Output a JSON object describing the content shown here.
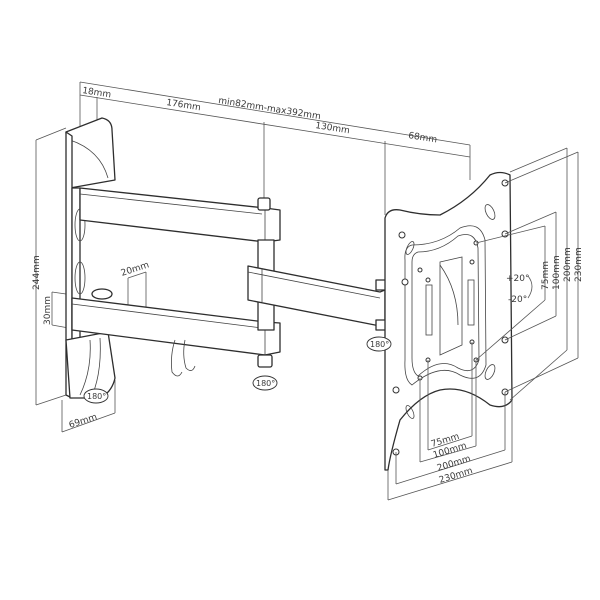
{
  "title": "Full-motion TV wall mount bracket dimension drawing",
  "dimensions": {
    "top": {
      "wall_offset": "18mm",
      "extension_range": "min82mm-max392mm",
      "arm1": "176mm",
      "arm2": "130mm",
      "plate_depth": "68mm"
    },
    "left": {
      "wall_plate_height": "244mm",
      "arm_thickness": "30mm",
      "arm_gap": "20mm",
      "wall_plate_width": "69mm"
    },
    "right_vertical": [
      "75mm",
      "100mm",
      "200mm",
      "230mm"
    ],
    "bottom_horizontal": [
      "75mm",
      "100mm",
      "200mm",
      "230mm"
    ],
    "tilt": {
      "up": "+20°",
      "down": "-20°"
    },
    "rotation": [
      "180°",
      "180°",
      "180°"
    ]
  },
  "colors": {
    "line": "#2e2e2e",
    "dim_line": "#555555",
    "background": "#ffffff"
  }
}
